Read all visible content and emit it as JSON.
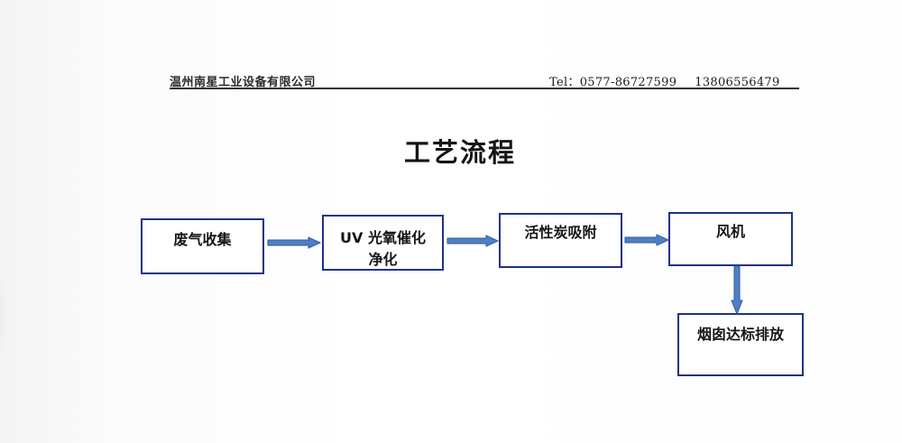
{
  "header": {
    "company": "温州南星工业设备有限公司",
    "tel_label": "Tel：",
    "phone_landline": "0577-86727599",
    "phone_mobile": "13806556479"
  },
  "title": "工艺流程",
  "flow": {
    "steps": [
      {
        "id": "waste-gas-collection",
        "label": "废气收集"
      },
      {
        "id": "uv-photocatalytic",
        "label_line1": "UV 光氧催化",
        "label_line2": "净化"
      },
      {
        "id": "activated-carbon",
        "label": "活性炭吸附"
      },
      {
        "id": "fan",
        "label": "风机"
      },
      {
        "id": "chimney-discharge",
        "label": "烟囱达标排放"
      }
    ],
    "colors": {
      "box_border": "#1f3384",
      "arrow_fill": "#4f7fc4",
      "arrow_stroke": "#2f5aa0"
    }
  }
}
